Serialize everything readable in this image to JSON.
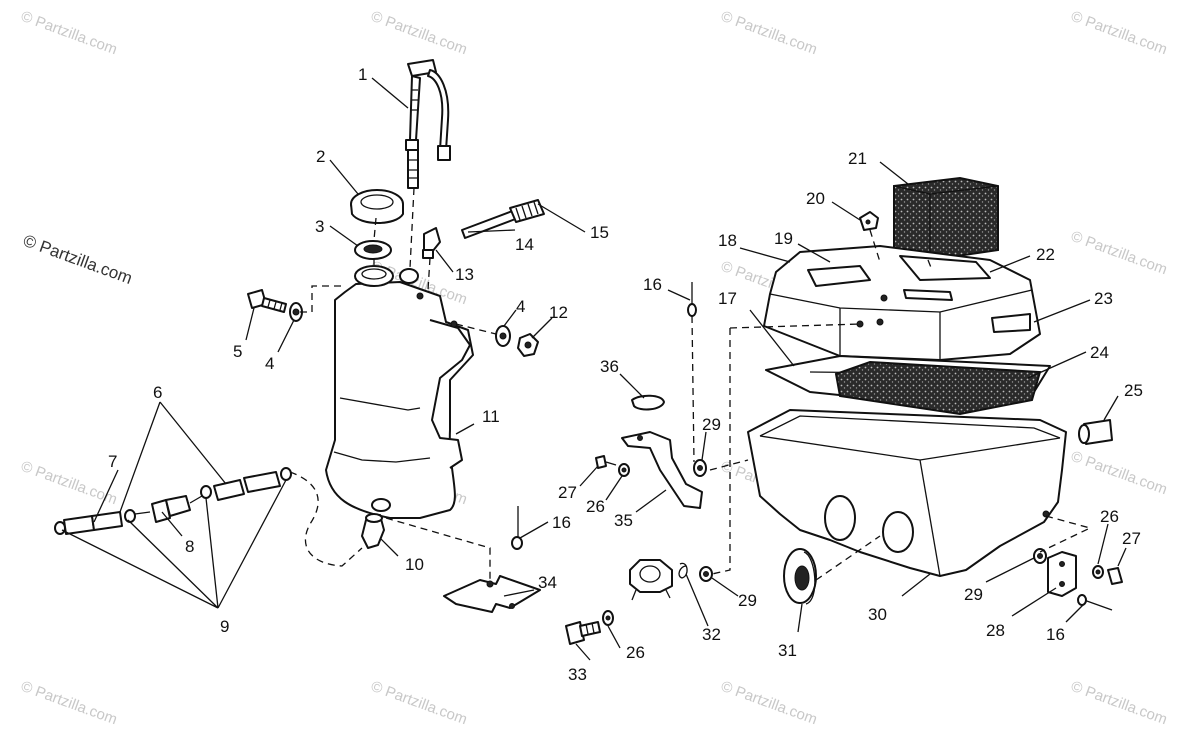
{
  "watermarks": {
    "main": "© Partzilla.com",
    "faint": "© Partzilla.com"
  },
  "callouts": [
    "1",
    "2",
    "3",
    "4",
    "5",
    "4",
    "12",
    "6",
    "7",
    "8",
    "9",
    "10",
    "11",
    "13",
    "14",
    "15",
    "16",
    "16",
    "16",
    "17",
    "18",
    "19",
    "20",
    "21",
    "22",
    "23",
    "24",
    "25",
    "26",
    "27",
    "26",
    "27",
    "26",
    "28",
    "29",
    "29",
    "29",
    "30",
    "31",
    "32",
    "33",
    "34",
    "35",
    "36"
  ],
  "colors": {
    "ink": "#111111",
    "background": "#ffffff",
    "watermark": "#c8c8c8"
  }
}
